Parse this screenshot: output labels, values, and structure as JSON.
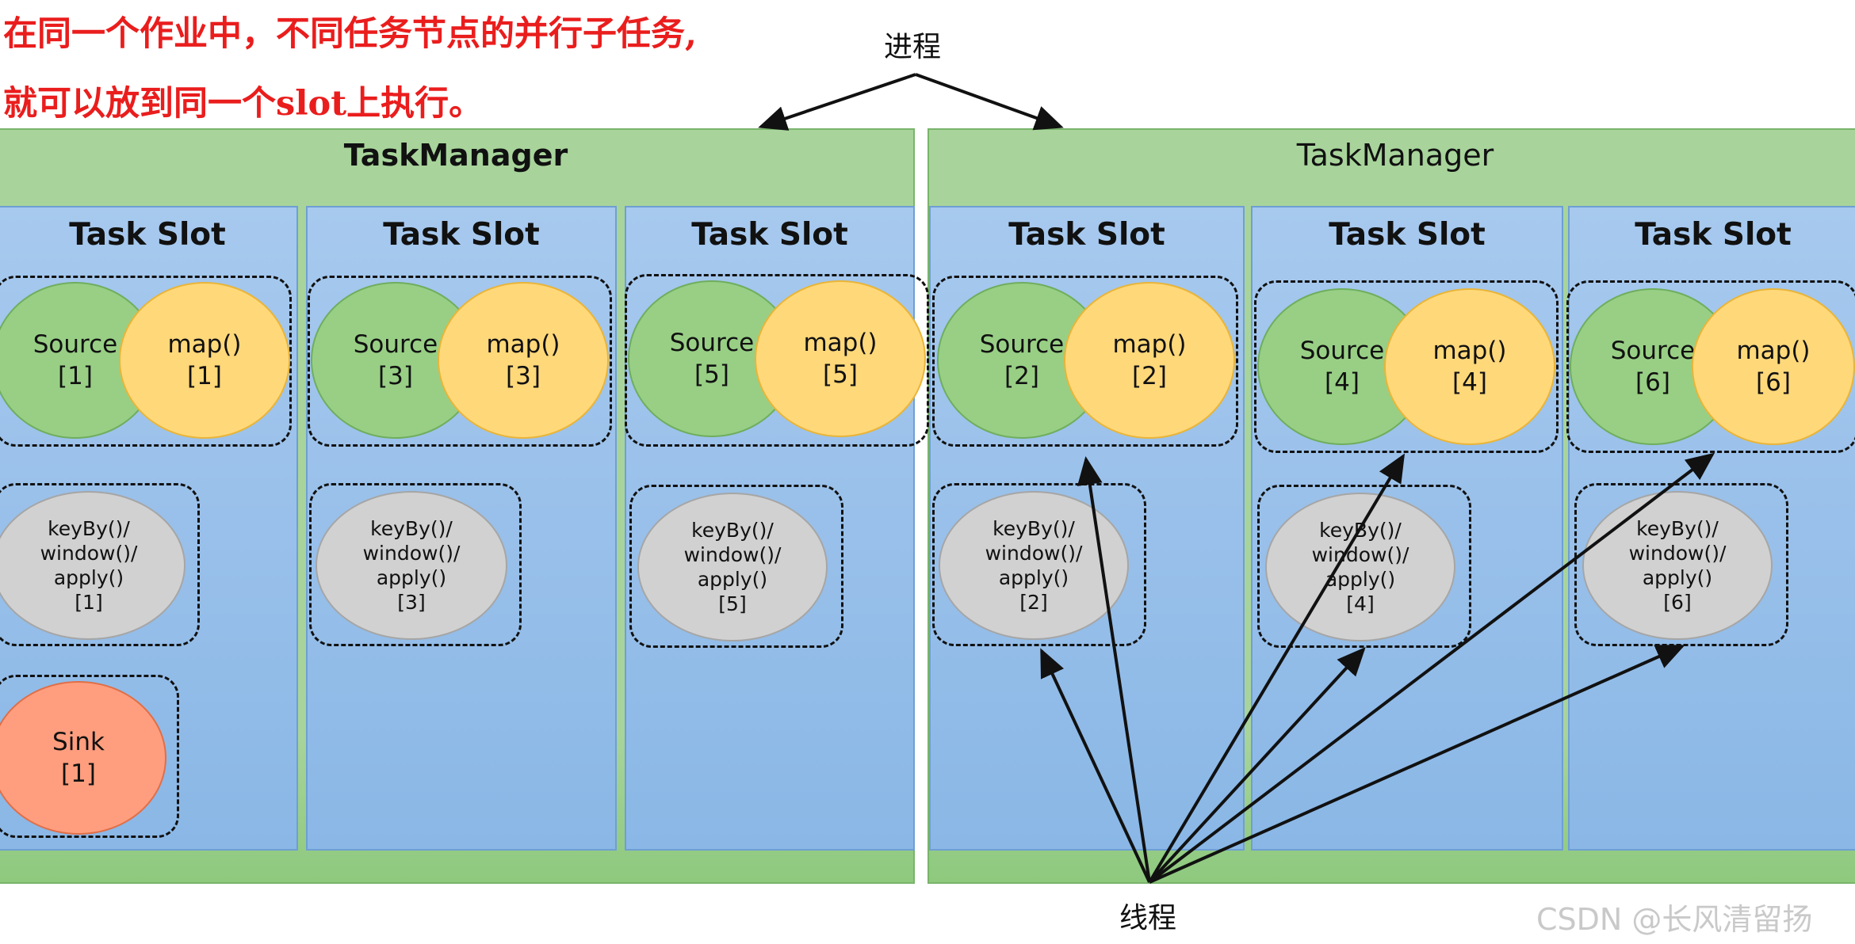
{
  "caption": {
    "line1": "在同一个作业中，不同任务节点的并行子任务,",
    "line2": "就可以放到同一个slot上执行。"
  },
  "labels": {
    "process": "进程",
    "thread": "线程"
  },
  "watermark": "CSDN @长风清留扬",
  "taskmanagers": [
    {
      "title": "TaskManager",
      "bold": true
    },
    {
      "title": "TaskManager",
      "bold": false
    }
  ],
  "slot_title": "Task Slot",
  "slots": [
    {
      "source": [
        "Source",
        "[1]"
      ],
      "map": [
        "map()",
        "[1]"
      ],
      "keyby": [
        "keyBy()/",
        "window()/",
        "apply()",
        "[1]"
      ],
      "sink": [
        "Sink",
        "[1]"
      ]
    },
    {
      "source": [
        "Source",
        "[3]"
      ],
      "map": [
        "map()",
        "[3]"
      ],
      "keyby": [
        "keyBy()/",
        "window()/",
        "apply()",
        "[3]"
      ]
    },
    {
      "source": [
        "Source",
        "[5]"
      ],
      "map": [
        "map()",
        "[5]"
      ],
      "keyby": [
        "keyBy()/",
        "window()/",
        "apply()",
        "[5]"
      ]
    },
    {
      "source": [
        "Source",
        "[2]"
      ],
      "map": [
        "map()",
        "[2]"
      ],
      "keyby": [
        "keyBy()/",
        "window()/",
        "apply()",
        "[2]"
      ]
    },
    {
      "source": [
        "Source",
        "[4]"
      ],
      "map": [
        "map()",
        "[4]"
      ],
      "keyby": [
        "keyBy()/",
        "window()/",
        "apply()",
        "[4]"
      ]
    },
    {
      "source": [
        "Source",
        "[6]"
      ],
      "map": [
        "map()",
        "[6]"
      ],
      "keyby": [
        "keyBy()/",
        "window()/",
        "apply()",
        "[6]"
      ]
    }
  ],
  "colors": {
    "caption": "#ea1d1d",
    "taskmanager": "#a8d49b",
    "slot": "#9ec3ec",
    "source": "#98cf85",
    "map": "#ffd87a",
    "keyby": "#d1d1d1",
    "sink": "#ff9e7e"
  }
}
